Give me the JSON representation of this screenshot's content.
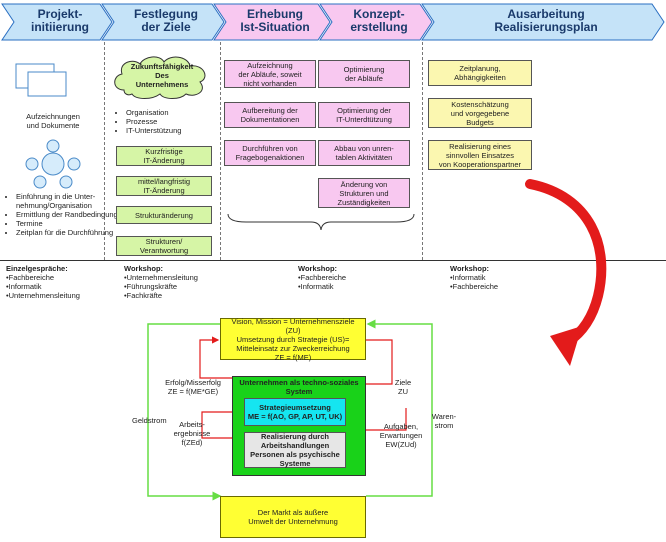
{
  "phases": [
    "Projekt-\ninitiierung",
    "Festlegung\nder Ziele",
    "Erhebung\nIst-Situation",
    "Konzept-\nerstellung",
    "Ausarbeitung\nRealisierungsplan"
  ],
  "col1": {
    "docs_label": "Aufzeichnungen\nund Dokumente",
    "bullets": [
      "Einführung in die Unter-nehmung/Organisation",
      "Ermittlung der Randbedingungen",
      "Termine",
      "Zeitplan für die Durchführung"
    ]
  },
  "col2": {
    "cloud": "Zukunftsfähigkeit\nDes\nUnternehmens",
    "bullets": [
      "Organisation",
      "Prozesse",
      "IT-Unterstützung"
    ],
    "boxes": [
      "Kurzfristige\nIT-Änderung",
      "mittel/langfristig\nIT-Änderung",
      "Strukturänderung",
      "Strukturen/\nVerantwortung"
    ]
  },
  "col3": [
    "Aufzeichnung\nder Abläufe, soweit\nnicht vorhanden",
    "Aufbereitung der\nDokumentationen",
    "Durchführen von\nFragebogenaktionen"
  ],
  "col4": [
    "Optimierung\nder Abläufe",
    "Optimierung der\nIT-Unterdtützung",
    "Abbau von unren-\ntablen Aktivitäten",
    "Änderung von\nStrukturen und\nZuständigkeiten"
  ],
  "col5": [
    "Zeitplanung,\nAbhängigkeiten",
    "Kostenschätzung\nund vorgegebene\nBudgets",
    "Realisierung eines\nsinnvollen Einsatzes\nvon Kooperationspartner"
  ],
  "workshops": [
    {
      "title": "Einzelgespräche:",
      "items": [
        "•Fachbereiche",
        "•Informatik",
        "•Unternehmensleitung"
      ]
    },
    {
      "title": "Workshop:",
      "items": [
        "•Unternehmensleitung",
        "•Führungskräfte",
        "•Fachkräfte"
      ]
    },
    {
      "title": "Workshop:",
      "items": [
        "•Fachbereiche",
        "•Informatik"
      ]
    },
    {
      "title": "Workshop:",
      "items": [
        "•Informatik",
        "•Fachbereiche"
      ]
    }
  ],
  "system": {
    "vision": "Vision, Mission = Unternehmensziele (ZU)\nUmsetzung durch Strategie (US)=\nMitteleinsatz zur Zweckerreichung\nZE = f(ME)",
    "techno_title": "Unternehmen als techno-soziales System",
    "strategy": "Strategieumsetzung\nME = f(AO, GP, AP, UT, UK)",
    "realisation": "Realisierung durch\nArbeitshandlungen\nPersonen als psychische\nSysteme",
    "market": "Der Markt als äußere\nUmwelt der Unternehmung",
    "erfolg": "Erfolg/Misserfolg\nZE = f(ME*GE)",
    "ziele": "Ziele\nZU",
    "geldstrom": "Geldstrom",
    "warenstrom": "Waren-\nstrom",
    "arbeitsergebnisse": "Arbeits-\nergebnisse\nf(ZEd)",
    "aufgaben": "Aufgaben,\nErwartungen\nEW(ZUd)"
  },
  "colors": {
    "phase_fill": "#c5e3f8",
    "pink": "#f8c8f0",
    "green_box": "#d6f5a6",
    "yellow_box": "#fbf7b0",
    "system_green": "#19d219",
    "system_cyan": "#15e5f0",
    "arrow_red": "#e31b1b",
    "line_green": "#66dd44"
  }
}
